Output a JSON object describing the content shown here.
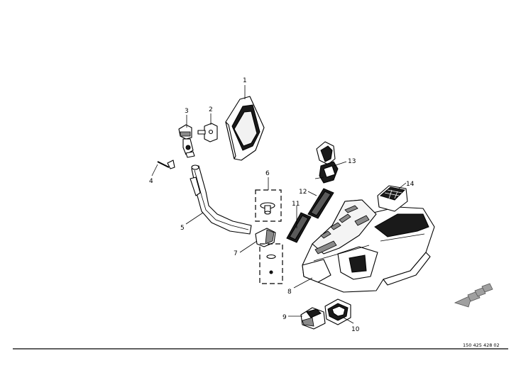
{
  "callouts": [
    {
      "id": "c1",
      "label": "1"
    },
    {
      "id": "c2",
      "label": "2"
    },
    {
      "id": "c3",
      "label": "3"
    },
    {
      "id": "c4",
      "label": "4"
    },
    {
      "id": "c5",
      "label": "5"
    },
    {
      "id": "c6",
      "label": "6"
    },
    {
      "id": "c7",
      "label": "7"
    },
    {
      "id": "c8",
      "label": "8"
    },
    {
      "id": "c9",
      "label": "9"
    },
    {
      "id": "c10",
      "label": "10"
    },
    {
      "id": "c11",
      "label": "11"
    },
    {
      "id": "c12",
      "label": "12"
    },
    {
      "id": "c13",
      "label": "13"
    },
    {
      "id": "c14",
      "label": "14"
    }
  ],
  "drawing_number": "150 425 428 02",
  "colors": {
    "line": "#000000",
    "fill": "#ffffff",
    "shade": "#8a8a8a",
    "arrow": "#9a9a9a"
  }
}
